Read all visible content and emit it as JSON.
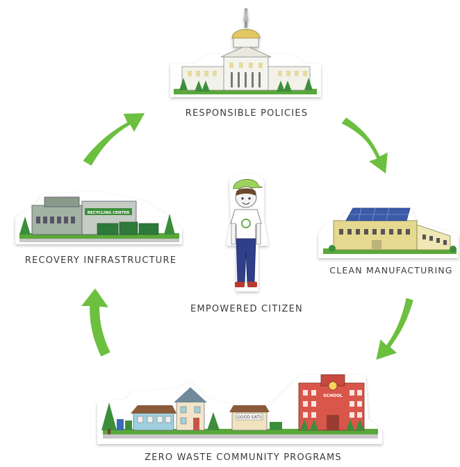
{
  "nodes": {
    "policies": {
      "label": "RESPONSIBLE POLICIES"
    },
    "manufacturing": {
      "label": "CLEAN MANUFACTURING"
    },
    "community": {
      "label": "ZERO WASTE COMMUNITY PROGRAMS"
    },
    "recovery": {
      "label": "RECOVERY INFRASTRUCTURE",
      "sign": "RECYCLING CENTER"
    },
    "citizen": {
      "label": "EMPOWERED CITIZEN"
    }
  },
  "signs": {
    "school": "SCHOOL",
    "shop": "GOOD EATS"
  },
  "colors": {
    "arrow": "#6cbf3f",
    "grass": "#5aa83a",
    "tree": "#3e8e3a",
    "capitol": "#f2f2ea",
    "dome": "#e2c765",
    "factory": "#e5d88f",
    "solar": "#3a5aa8",
    "school": "#d9574b",
    "recycling": "#9aaa9a"
  }
}
